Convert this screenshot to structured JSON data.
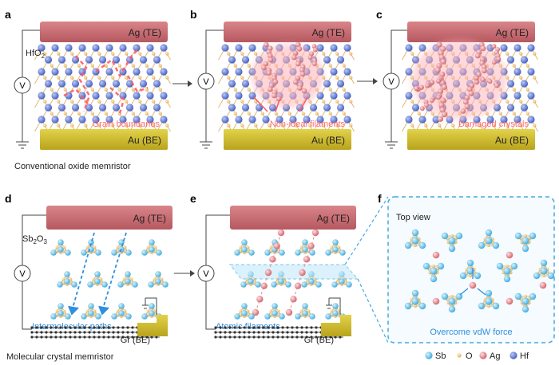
{
  "panel_letters": [
    "a",
    "b",
    "c",
    "d",
    "e",
    "f"
  ],
  "electrodes": {
    "top": "Ag (TE)",
    "bottom_au": "Au (BE)",
    "bottom_gr": "Gr (BE)"
  },
  "voltage_symbol": "V",
  "materials": {
    "hfo2_base": "HfO",
    "hfo2_sub": "2",
    "sb2o3_a": "Sb",
    "sb2o3_sub1": "2",
    "sb2o3_b": "O",
    "sb2o3_sub2": "3"
  },
  "annotations": {
    "a": "Grain boundaries",
    "b": "Non-ideal filaments",
    "c": "Damaged crystals",
    "d": "Intermolecular paths",
    "e": "Atomic filaments",
    "f_top": "Top view",
    "f_bottom": "Overcome vdW force"
  },
  "row_captions": {
    "top": "Conventional oxide memristor",
    "bottom": "Molecular crystal memristor"
  },
  "legend": [
    {
      "label": "Sb",
      "color": "#5bc3ea"
    },
    {
      "label": "O",
      "color": "#f2c77a"
    },
    {
      "label": "Ag",
      "color": "#d9555f"
    },
    {
      "label": "Hf",
      "color": "#5a78d6"
    }
  ],
  "colors": {
    "ag_electrode": "#c56a70",
    "au_electrode": "#cdbb2c",
    "hf_atom": "#5a78d6",
    "o_atom": "#f2c77a",
    "sb_atom": "#5bc3ea",
    "ag_atom": "#e48c90",
    "annotation_red": "#ff6b7a",
    "annotation_blue": "#2f8fe0",
    "dashed_frame": "#45a9e0"
  }
}
